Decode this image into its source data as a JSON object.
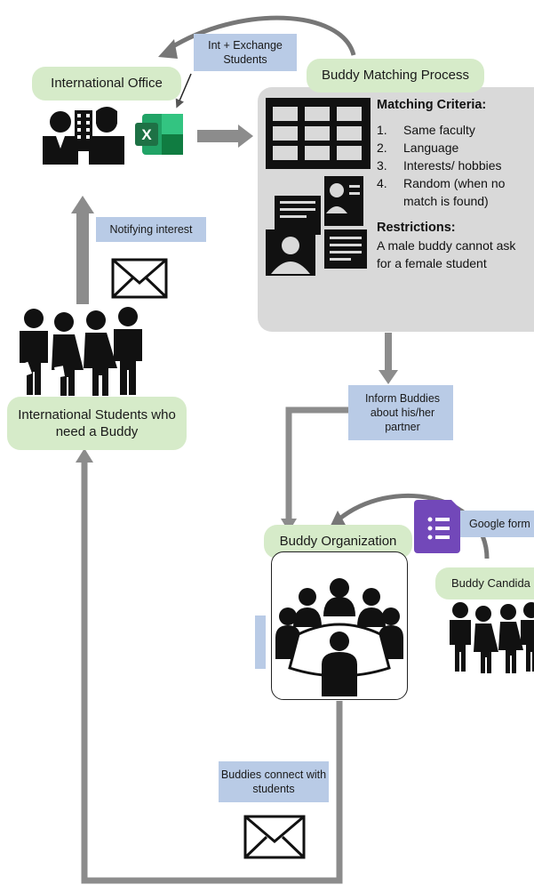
{
  "nodes": {
    "international_office": "International Office",
    "buddy_matching_process": "Buddy Matching Process",
    "international_students": "International Students who need a Buddy",
    "buddy_organization": "Buddy Organization",
    "buddy_candidates": "Buddy Candida"
  },
  "notes": {
    "int_exchange": "Int + Exchange Students",
    "notifying_interest": "Notifying interest",
    "inform_buddies": "Inform Buddies about his/her partner",
    "google_form": "Google form",
    "buddies_connect": "Buddies connect with students"
  },
  "matching": {
    "criteria_title": "Matching Criteria:",
    "criteria": [
      {
        "num": "1.",
        "text": "Same faculty"
      },
      {
        "num": "2.",
        "text": "Language"
      },
      {
        "num": "3.",
        "text": "Interests/ hobbies"
      },
      {
        "num": "4.",
        "text": "Random (when no match is found)"
      }
    ],
    "restrictions_title": "Restrictions:",
    "restrictions_text": "A male buddy cannot ask for a female student"
  },
  "icons": {
    "excel_letter": "X",
    "colors": {
      "pill": "#d6ebc9",
      "note": "#b9cbe6",
      "process_box": "#d9d9d9",
      "arrow": "#8c8c8c",
      "excel": "#1e7145",
      "google_forms": "#7248b9"
    }
  }
}
